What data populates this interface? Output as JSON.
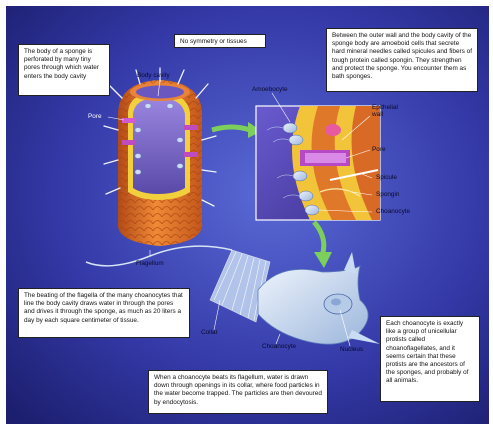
{
  "notes": {
    "sponge_body": "The body of a sponge is perforated by many tiny pores through which water enters the body cavity",
    "symmetry": "No symmetry or tissues",
    "amoebocytes": "Between the outer wall and the body cavity of the sponge body are amoeboid cells that secrete hard mineral needles called spicules and fibers of tough protein called spongin. They strengthen and protect the sponge. You encounter them as bath sponges.",
    "flagella": "The beating of the flagella of the many choanocytes that line the body cavity draws water in through the pores and drives it through the sponge, as much as 20 liters a day by each square centimeter of tissue.",
    "choanocyte_beat": "When a choanocyte beats its flagellum, water is drawn down through openings in its collar, where food particles in the water become trapped. The particles are then devoured by endocytosis.",
    "choanoflagellates": "Each choanocyte is exactly like a group of unicellular protists called choanoflagellates, and it seems certain that these protists are the ancestors of the sponges, and probably of all animals."
  },
  "labels": {
    "body_cavity": "Body cavity",
    "pore_left": "Pore",
    "amoebocyte": "Amoebocyte",
    "epithelial_wall": "Epithelial\nwall",
    "pore_right": "Pore",
    "spicule": "Spicule",
    "spongin": "Spongin",
    "choanocyte_inset": "Choanocyte",
    "flagellum": "Flagellum",
    "collar": "Collar",
    "choanocyte": "Choanocyte",
    "nucleus": "Nucleus"
  },
  "colors": {
    "background_blue": "#3a3fb0",
    "sponge_orange": "#e0782a",
    "sponge_yellow": "#f2cf3c",
    "cavity_purple": "#7a66c4",
    "arrow_green": "#7ccf5a",
    "cell_pale": "#d6e4f6"
  }
}
